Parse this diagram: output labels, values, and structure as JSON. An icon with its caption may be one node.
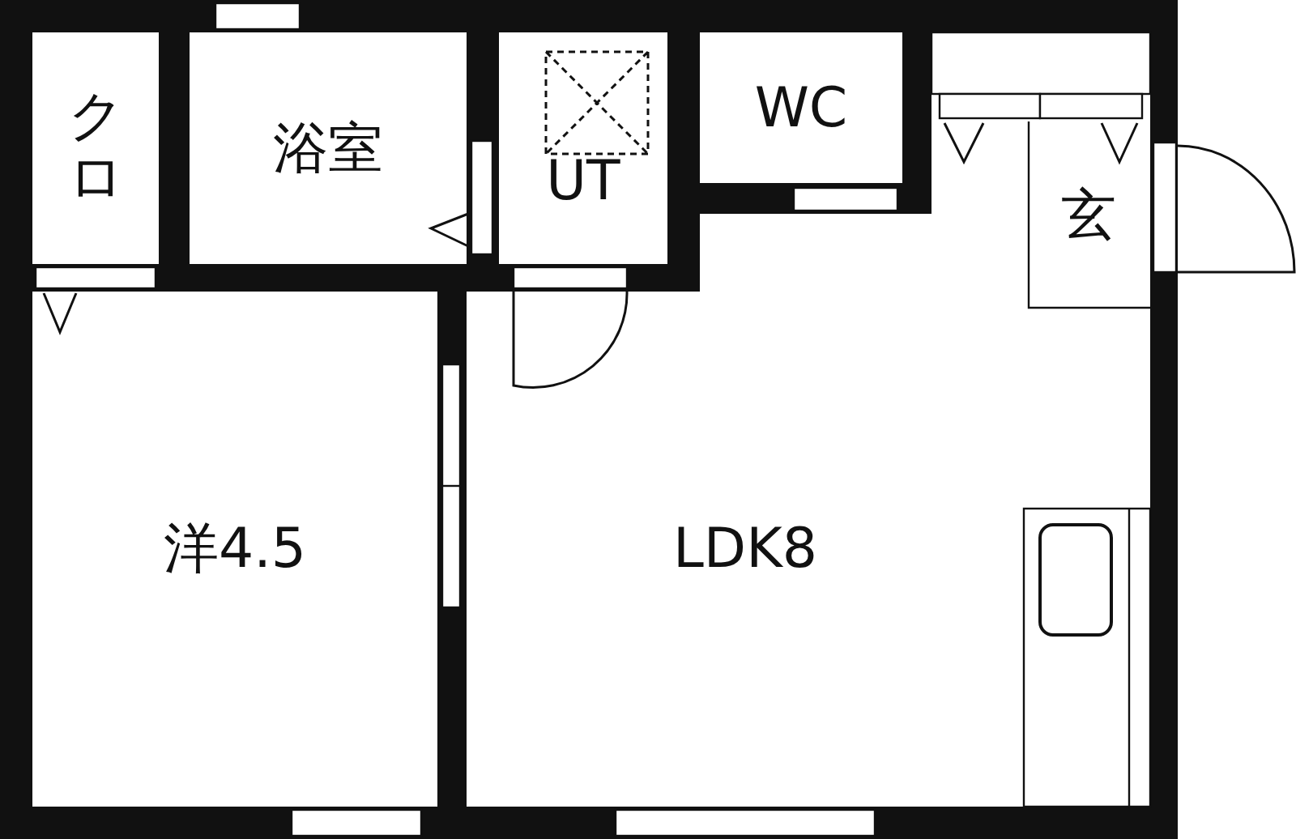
{
  "diagram": {
    "nodes": [
      {
        "text": [
          "クロ"
        ]
      },
      {
        "text": [
          "浴室"
        ]
      },
      {
        "text": [
          "UT"
        ]
      },
      {
        "text": [
          "WC"
        ]
      },
      {
        "text": [
          "玄"
        ]
      },
      {
        "text": [
          "洋4.5"
        ]
      },
      {
        "text": [
          "LDK8"
        ]
      }
    ]
  }
}
